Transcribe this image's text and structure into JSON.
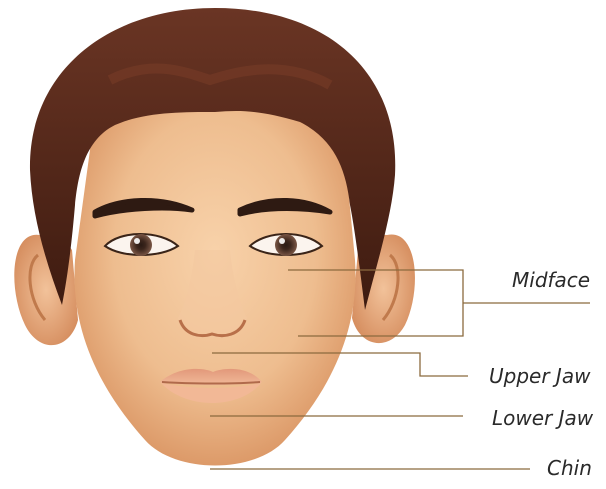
{
  "labels": {
    "midface": "Midface",
    "upper_jaw": "Upper Jaw",
    "lower_jaw": "Lower Jaw",
    "chin": "Chin"
  },
  "colors": {
    "leader_line": "#8b6a3e",
    "hair": "#4a2316",
    "skin": "#f0c196",
    "skin_shadow": "#d9915f",
    "lip": "#e6a17e",
    "iris": "#5a3a2c"
  }
}
